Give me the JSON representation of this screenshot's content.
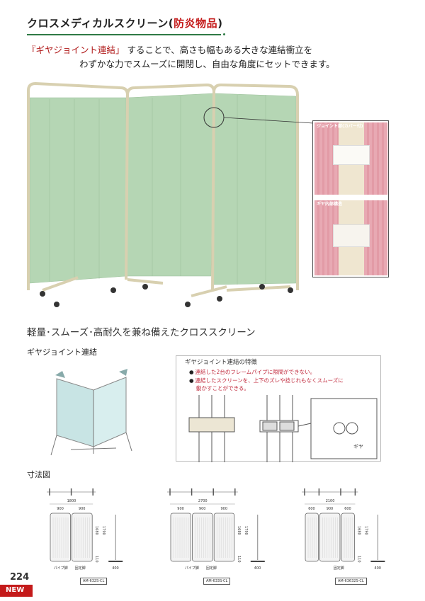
{
  "header": {
    "title_main": "クロスメディカルスクリーン(",
    "title_accent": "防炎物品",
    "title_close": ")"
  },
  "lead": {
    "accent": "『ギヤジョイント連結」",
    "line1_rest": "することで、高さも幅もある大きな連結衝立を",
    "line2": "わずかな力でスムーズに開閉し、自由な角度にセットできます。"
  },
  "callout": {
    "photo1_caption": "ジョイント部(カバー付)",
    "photo2_caption": "ギヤ内部構造"
  },
  "subhead": "軽量･スムーズ･高耐久を兼ね備えたクロススクリーン",
  "gear_section": {
    "heading": "ギヤジョイント連結",
    "box_title": "ギヤジョイント連結の特徴",
    "features": [
      "連結した2台のフレームパイプに隙間ができない。",
      "連結したスクリーンを、上下のズレや捻じれもなくスムーズに",
      "動かすことができる。"
    ],
    "gear_label": "ギヤ"
  },
  "dimensions": {
    "heading": "寸法図",
    "models": [
      {
        "code": "AM-632S-CL",
        "total": "1800",
        "panels": [
          "900",
          "900"
        ],
        "h1": "1680",
        "h2": "1790",
        "foot": "110",
        "depth": "400",
        "labels": [
          "パイプ脚",
          "固定脚"
        ]
      },
      {
        "code": "AM-633S-CL",
        "total": "2700",
        "panels": [
          "900",
          "900",
          "900"
        ],
        "h1": "1680",
        "h2": "1790",
        "foot": "110",
        "depth": "400",
        "labels": [
          "パイプ脚",
          "固定脚"
        ]
      },
      {
        "code": "AM-63632S-CL",
        "total": "2100",
        "panels": [
          "600",
          "900",
          "600"
        ],
        "h1": "1680",
        "h2": "1790",
        "foot": "110",
        "depth": "400",
        "labels": [
          "固定脚"
        ]
      }
    ]
  },
  "footer": {
    "page": "224",
    "badge": "NEW"
  },
  "colors": {
    "accent_red": "#c41a1a",
    "rule_green": "#2f7a45",
    "curtain": "#a9cfa9",
    "frame": "#d8d0b0"
  }
}
